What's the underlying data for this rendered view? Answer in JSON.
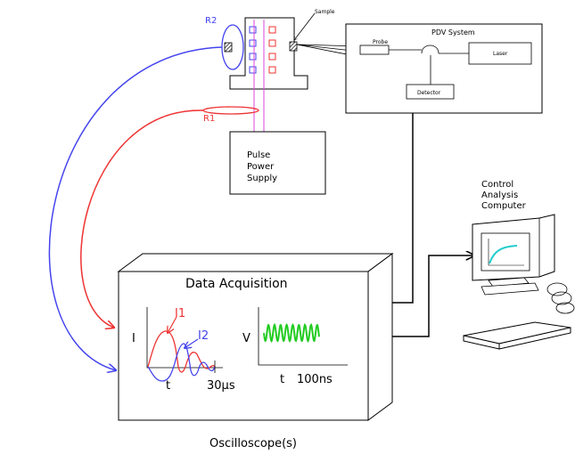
{
  "labels": {
    "r2": "R2",
    "r1": "R1",
    "sample": "Sample",
    "pdv_system": "PDV System",
    "probe": "Probe",
    "laser": "Laser",
    "detector": "Detector",
    "power_supply": [
      "Pulse",
      "Power",
      "Supply"
    ],
    "computer": [
      "Control",
      "Analysis",
      "Computer"
    ],
    "data_acquisition": "Data Acquisition",
    "oscilloscope": "Oscilloscope(s)"
  },
  "plot_current": {
    "y_label": "I",
    "x_label": "t",
    "time_scale": "30µs",
    "series": [
      "I1",
      "I2"
    ],
    "series_colors": [
      "#ee3333",
      "#4444ee"
    ]
  },
  "plot_voltage": {
    "y_label": "V",
    "x_label": "t",
    "time_scale": "100ns",
    "color": "#22cc22"
  },
  "colors": {
    "r2_loop": "#4444ee",
    "r1_loop": "#ee3333",
    "wires": "#dd44dd",
    "signal_line": "#000000"
  }
}
